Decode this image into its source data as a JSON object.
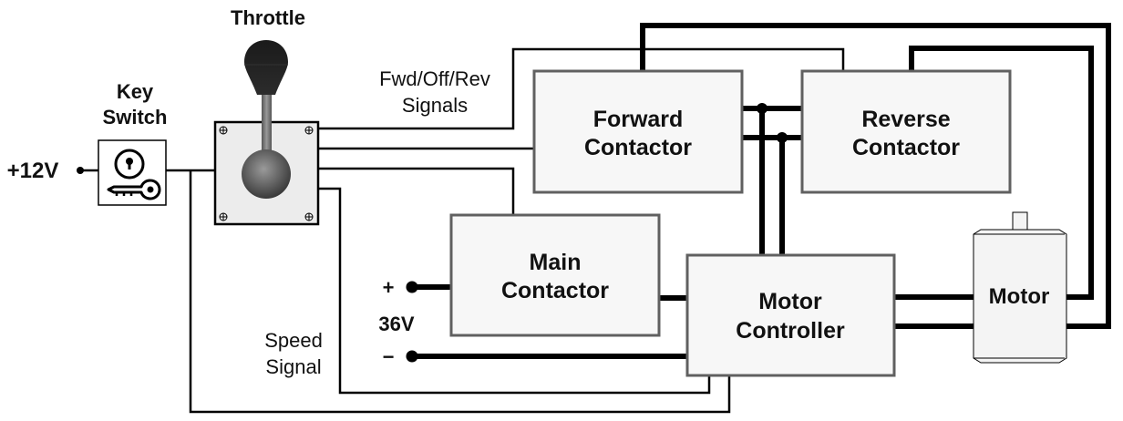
{
  "diagram": {
    "labels": {
      "supply_12v": "+12V",
      "key_switch_line1": "Key",
      "key_switch_line2": "Switch",
      "throttle": "Throttle",
      "fwd_signals_line1": "Fwd/Off/Rev",
      "fwd_signals_line2": "Signals",
      "speed_signal_line1": "Speed",
      "speed_signal_line2": "Signal",
      "battery_plus": "+",
      "battery_minus": "−",
      "battery_voltage": "36V"
    },
    "blocks": {
      "forward_contactor": [
        "Forward",
        "Contactor"
      ],
      "reverse_contactor": [
        "Reverse",
        "Contactor"
      ],
      "main_contactor": [
        "Main",
        "Contactor"
      ],
      "motor_controller": [
        "Motor",
        "Controller"
      ],
      "motor": "Motor"
    },
    "icons": {
      "key_switch": "key-lock-icon",
      "throttle": "joystick-lever-icon",
      "motor": "motor-icon"
    }
  }
}
